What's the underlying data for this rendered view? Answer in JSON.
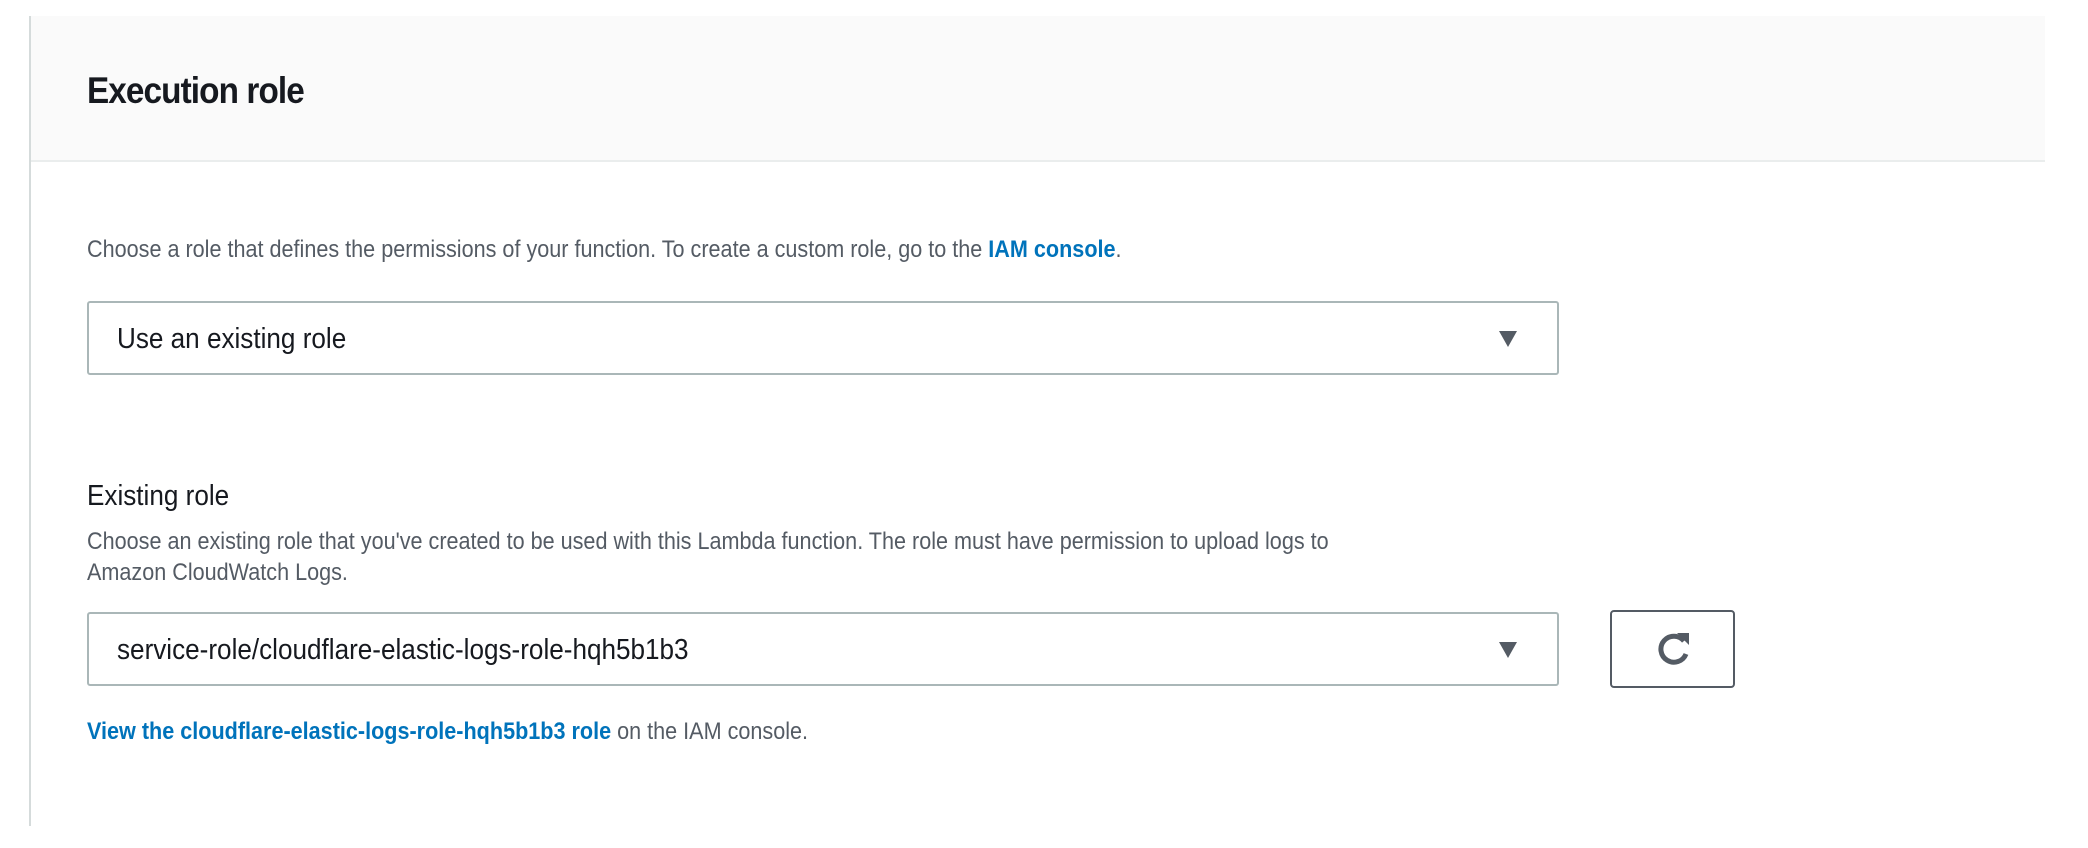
{
  "section": {
    "title": "Execution role",
    "description_prefix": "Choose a role that defines the permissions of your function. To create a custom role, go to the ",
    "description_link": "IAM console",
    "description_suffix": ".",
    "role_type_select": {
      "value": "Use an existing role",
      "icon": "caret-down-icon"
    },
    "existing_role": {
      "label": "Existing role",
      "description_line1": "Choose an existing role that you've created to be used with this Lambda function. The role must have permission to upload logs to",
      "description_line2": "Amazon CloudWatch Logs.",
      "select_value": "service-role/cloudflare-elastic-logs-role-hqh5b1b3",
      "refresh_icon": "refresh-icon",
      "view_link": "View the cloudflare-elastic-logs-role-hqh5b1b3 role",
      "view_suffix": " on the IAM console."
    }
  },
  "colors": {
    "link": "#0073bb",
    "text": "#16191f",
    "secondary_text": "#545b64",
    "header_bg": "#fafafa"
  }
}
